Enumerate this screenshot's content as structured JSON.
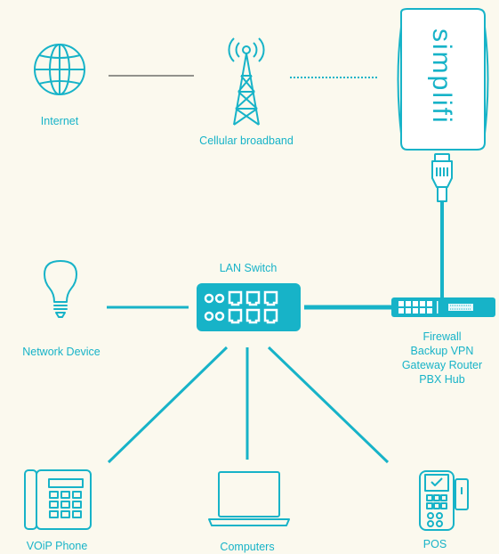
{
  "colors": {
    "background": "#fbf9ee",
    "accent": "#17b3c8",
    "device_face": "#ffffff"
  },
  "nodes": {
    "internet": {
      "label": "Internet",
      "icon": "globe-icon"
    },
    "cellular": {
      "label": "Cellular broadband",
      "icon": "cell-tower-icon"
    },
    "simplifi": {
      "brand": "simplifi",
      "icon": "simplifi-device-icon"
    },
    "ethernet": {
      "icon": "ethernet-cable-icon"
    },
    "lan_switch": {
      "label": "LAN Switch",
      "icon": "lan-switch-icon"
    },
    "firewall": {
      "labels": [
        "Firewall",
        "Backup VPN",
        "Gateway Router",
        "PBX Hub"
      ],
      "icon": "firewall-router-icon"
    },
    "network_device": {
      "label": "Network Device",
      "icon": "lightbulb-icon"
    },
    "voip_phone": {
      "label": "VOiP Phone",
      "icon": "desk-phone-icon"
    },
    "computers": {
      "label": "Computers",
      "icon": "laptop-icon"
    },
    "pos": {
      "label": "POS",
      "icon": "pos-terminal-icon"
    }
  },
  "connections": [
    {
      "from": "internet",
      "to": "cellular",
      "style": "solid-thin"
    },
    {
      "from": "cellular",
      "to": "simplifi",
      "style": "dotted"
    },
    {
      "from": "simplifi",
      "to": "firewall",
      "style": "ethernet"
    },
    {
      "from": "network_device",
      "to": "lan_switch",
      "style": "solid"
    },
    {
      "from": "lan_switch",
      "to": "firewall",
      "style": "solid-thick"
    },
    {
      "from": "lan_switch",
      "to": "voip_phone",
      "style": "solid"
    },
    {
      "from": "lan_switch",
      "to": "computers",
      "style": "solid"
    },
    {
      "from": "lan_switch",
      "to": "pos",
      "style": "solid"
    }
  ]
}
